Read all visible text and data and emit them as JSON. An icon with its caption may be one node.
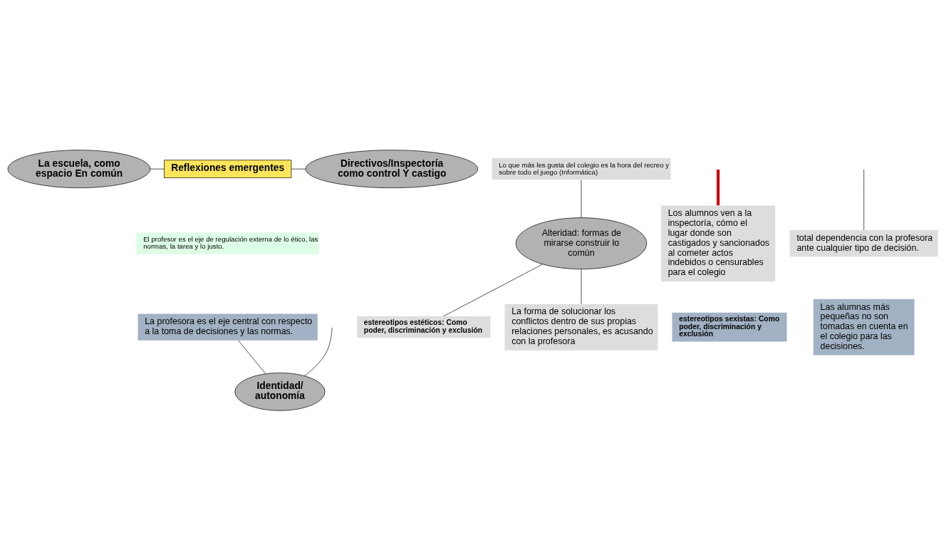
{
  "diagram": {
    "nodes": [
      {
        "text": [
          "La escuela, como espacio En común"
        ]
      },
      {
        "text": [
          "Reflexiones emergentes"
        ]
      },
      {
        "text": [
          "Directivos/Inspectoría como control Y castigo"
        ]
      },
      {
        "text": [
          "Lo que más les gusta del colegio es la hora del recreo y sobre todo el juego (Informática)"
        ]
      },
      {
        "text": [
          "El profesor es el eje de regulación externa de lo ético, las normas, la tarea y lo justo."
        ]
      },
      {
        "text": [
          "Los alumnos ven a la inspectoría, cómo el lugar donde son castigados y sancionados  al cometer actos indebidos o censurables para el colegio"
        ]
      },
      {
        "text": [
          "La profesora es el eje central con respecto a la toma de decisiones y las normas."
        ]
      },
      {
        "text": [
          "Identidad/ autonomía"
        ]
      },
      {
        "text": [
          "Alteridad: formas de mirarse construir lo común"
        ]
      },
      {
        "text": [
          "total dependencia con la profesora ante cualquier tipo de decisión."
        ]
      },
      {
        "text": [
          "estereotipos estéticos: Como poder, discriminación y exclusión"
        ]
      },
      {
        "text": [
          "Las alumnas más  pequeñas no son tomadas en cuenta en el colegio para las decisiones."
        ]
      },
      {
        "text": [
          "La forma de solucionar los conflictos dentro de sus propias relaciones personales, es acusando con la profesora"
        ]
      },
      {
        "text": [
          "estereotipos sexistas: Como poder, discriminación y exclusión"
        ]
      }
    ],
    "edges": [
      {
        "from": 0,
        "to": 1,
        "arrow": "none"
      },
      {
        "from": 1,
        "to": 2,
        "arrow": "none"
      },
      {
        "from": 3,
        "to": 8,
        "arrow": "none"
      },
      {
        "from": null,
        "to": 5,
        "arrow": "none",
        "style": "thick",
        "color": "#cc0000"
      },
      {
        "from": 6,
        "to": 7,
        "arrow": "none"
      },
      {
        "from": null,
        "to": 7,
        "arrow": "none"
      },
      {
        "from": null,
        "to": 9,
        "arrow": "none"
      },
      {
        "from": 8,
        "to": 10,
        "arrow": "none"
      },
      {
        "from": 8,
        "to": 12,
        "arrow": "none"
      }
    ]
  }
}
